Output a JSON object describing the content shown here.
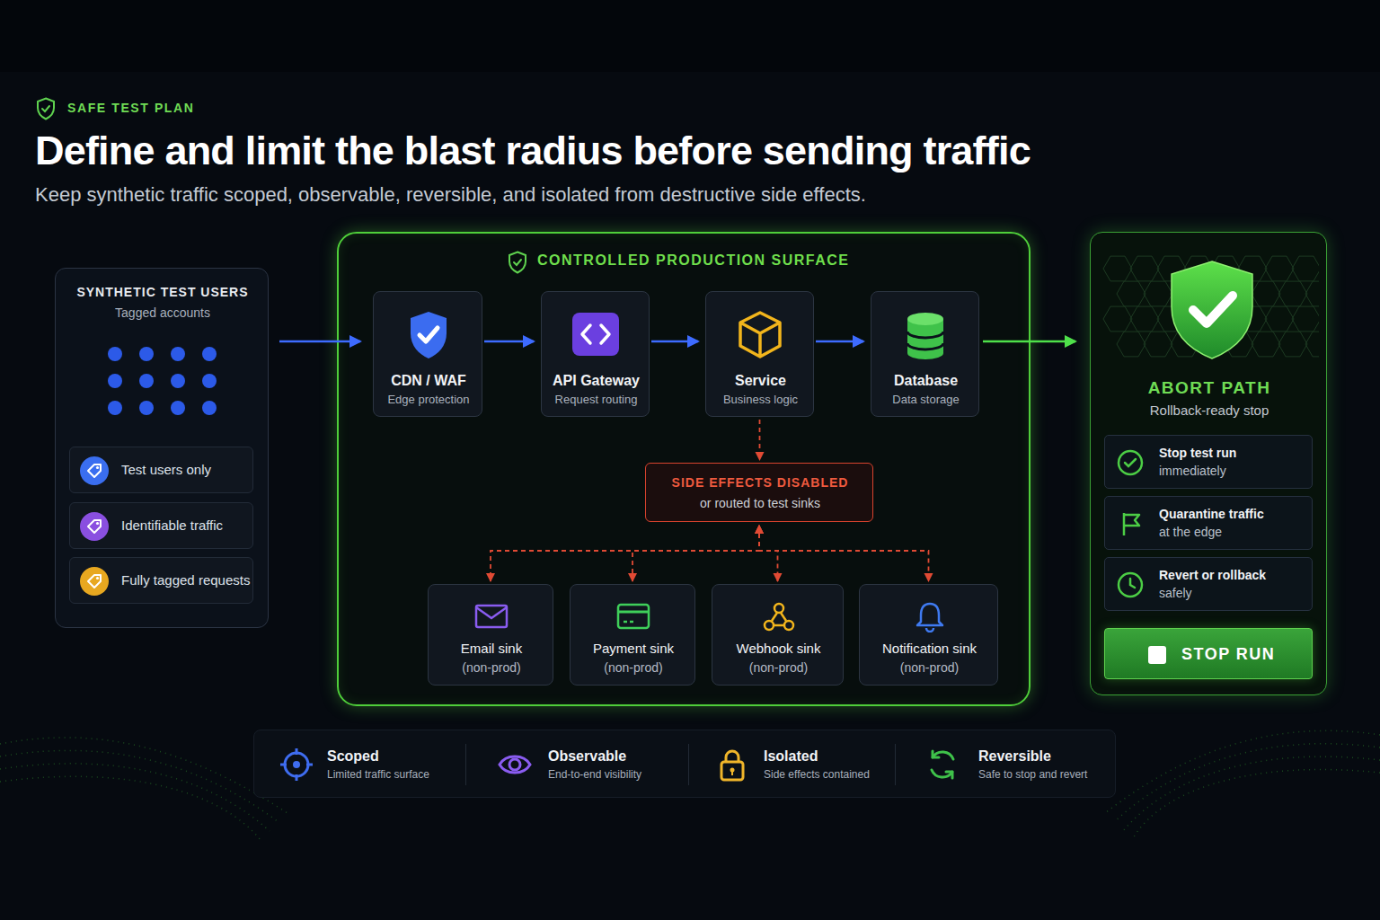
{
  "diagram": {
    "title": "Define and limit the blast radius before sending traffic",
    "caption": "Keep synthetic traffic scoped, observable, reversible, and isolated from destructive side effects.",
    "nodes": [
      {
        "text": [
          "SYNTHETIC TEST USERS",
          "Tagged accounts"
        ]
      },
      {
        "text": [
          "Test users only"
        ],
        "in": 0
      },
      {
        "text": [
          "Identifiable traffic"
        ],
        "in": 0
      },
      {
        "text": [
          "Fully tagged requests"
        ],
        "in": 0
      },
      {
        "text": [
          "CONTROLLED PRODUCTION SURFACE"
        ]
      },
      {
        "text": [
          "CDN / WAF",
          "Edge protection"
        ],
        "in": 4
      },
      {
        "text": [
          "API Gateway",
          "Request routing"
        ],
        "in": 4
      },
      {
        "text": [
          "Service",
          "Business logic"
        ],
        "in": 4
      },
      {
        "text": [
          "Database",
          "Data storage"
        ],
        "in": 4
      },
      {
        "text": [
          "SIDE EFFECTS DISABLED",
          "or routed to test sinks"
        ],
        "in": 4
      },
      {
        "text": [
          "Email sink",
          "(non-prod)"
        ],
        "in": 4
      },
      {
        "text": [
          "Payment sink",
          "(non-prod)"
        ],
        "in": 4
      },
      {
        "text": [
          "Webhook sink",
          "(non-prod)"
        ],
        "in": 4
      },
      {
        "text": [
          "Notification sink",
          "(non-prod)"
        ],
        "in": 4
      },
      {
        "text": [
          "ABORT PATH",
          "Rollback-ready stop"
        ]
      },
      {
        "text": [
          "Stop test run",
          "immediately"
        ],
        "in": 14
      },
      {
        "text": [
          "Quarantine traffic",
          "at the edge"
        ],
        "in": 14
      },
      {
        "text": [
          "Revert or rollback",
          "safely"
        ],
        "in": 14
      },
      {
        "text": [
          "STOP RUN"
        ],
        "in": 14
      },
      {
        "text": [
          "Scoped",
          "Limited traffic surface"
        ]
      },
      {
        "text": [
          "Observable",
          "End-to-end visibility"
        ]
      },
      {
        "text": [
          "Isolated",
          "Side effects contained"
        ]
      },
      {
        "text": [
          "Reversible",
          "Safe to stop and revert"
        ]
      }
    ],
    "edges": [
      {
        "from": 0,
        "to": 5,
        "arrow": "to"
      },
      {
        "from": 5,
        "to": 6,
        "arrow": "to"
      },
      {
        "from": 6,
        "to": 7,
        "arrow": "to"
      },
      {
        "from": 7,
        "to": 8,
        "arrow": "to"
      },
      {
        "from": 8,
        "to": 14,
        "arrow": "to"
      },
      {
        "from": 7,
        "to": 9,
        "arrow": "to"
      },
      {
        "from": 9,
        "to": 10,
        "arrow": "both"
      },
      {
        "from": 9,
        "to": 11,
        "arrow": "both"
      },
      {
        "from": 9,
        "to": 12,
        "arrow": "both"
      },
      {
        "from": 9,
        "to": 13,
        "arrow": "both"
      }
    ],
    "labels": [
      "SAFE TEST PLAN"
    ]
  }
}
